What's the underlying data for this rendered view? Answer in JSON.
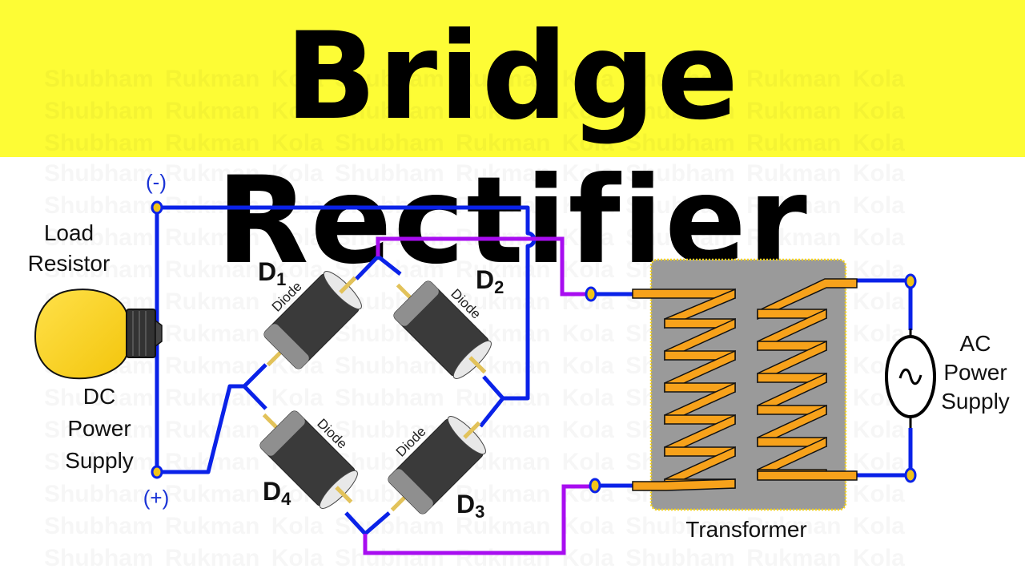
{
  "title": "Bridge Rectifier",
  "watermark_text": "Shubham Rukman Kola",
  "labels": {
    "load_resistor_line1": "Load",
    "load_resistor_line2": "Resistor",
    "dc_line1": "DC",
    "dc_line2": "Power",
    "dc_line3": "Supply",
    "negative_terminal": "(-)",
    "positive_terminal": "(+)",
    "ac_line1": "AC",
    "ac_line2": "Power",
    "ac_line3": "Supply",
    "ac_symbol": "~",
    "transformer": "Transformer"
  },
  "diodes": [
    {
      "id": "D1",
      "letter": "D",
      "sub": "1",
      "body_text": "Diode"
    },
    {
      "id": "D2",
      "letter": "D",
      "sub": "2",
      "body_text": "Diode"
    },
    {
      "id": "D3",
      "letter": "D",
      "sub": "3",
      "body_text": "Diode"
    },
    {
      "id": "D4",
      "letter": "D",
      "sub": "4",
      "body_text": "Diode"
    }
  ],
  "colors": {
    "banner": "#fdfc35",
    "wire_dc": "#0a22e8",
    "wire_ac": "#a80df0",
    "terminal_fill": "#f2c418",
    "coil": "#f7a21b",
    "core": "#9a9a9a",
    "core_border": "#f5d31a",
    "diode_body": "#3a3a3a",
    "diode_band": "#8f8f8f",
    "lead": "#e2c25a",
    "bulb": "#fad619",
    "bulb_base": "#333333",
    "label_blue": "#1a33d6"
  }
}
